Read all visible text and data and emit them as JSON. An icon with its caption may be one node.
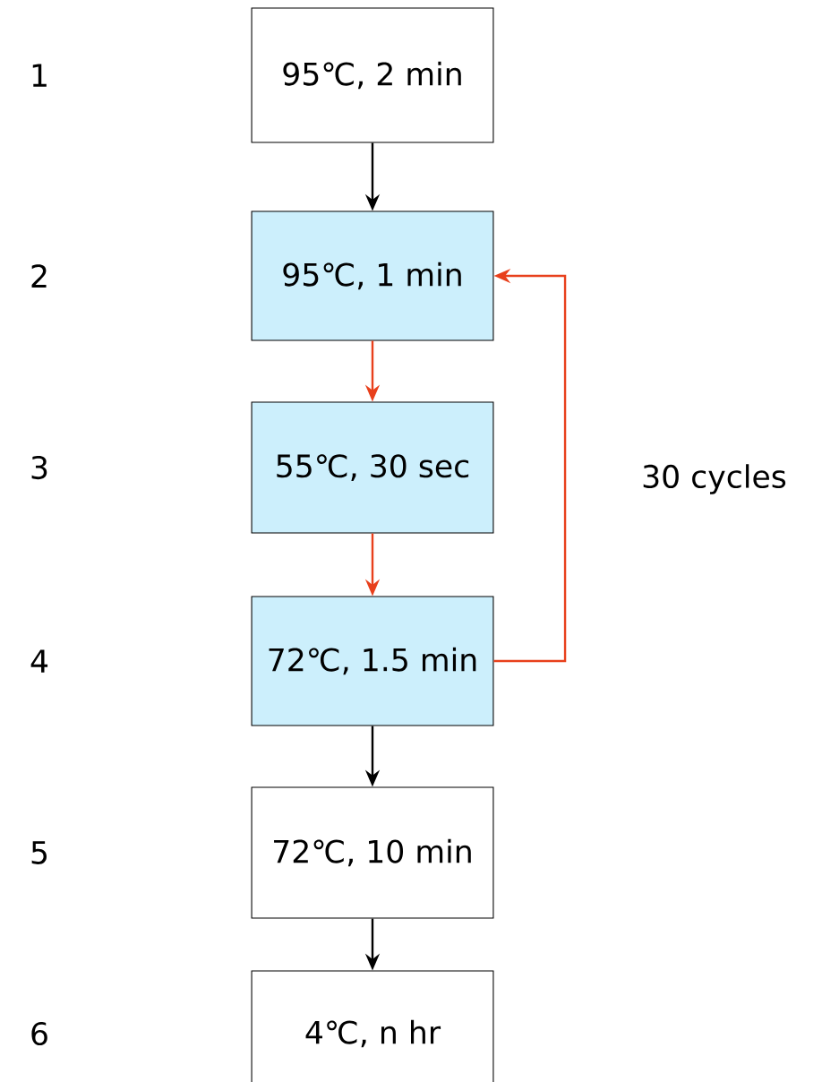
{
  "diagram": {
    "nodes": [
      {
        "text": [
          "95℃, 2 min"
        ]
      },
      {
        "text": [
          "95℃, 1 min"
        ]
      },
      {
        "text": [
          "55℃, 30 sec"
        ]
      },
      {
        "text": [
          "72℃, 1.5 min"
        ]
      },
      {
        "text": [
          "72℃, 10 min"
        ]
      },
      {
        "text": [
          "4℃, n hr"
        ]
      }
    ],
    "labels": [
      "1",
      "2",
      "3",
      "4",
      "5",
      "6"
    ],
    "edges": [
      {
        "from": 0,
        "to": 1,
        "arrow": "to"
      },
      {
        "from": 1,
        "to": 2,
        "arrow": "to",
        "color": "#e8401c"
      },
      {
        "from": 2,
        "to": 3,
        "arrow": "to",
        "color": "#e8401c"
      },
      {
        "from": 3,
        "to": 1,
        "arrow": "to",
        "color": "#e8401c",
        "label": "30 cycles"
      },
      {
        "from": 3,
        "to": 4,
        "arrow": "to"
      },
      {
        "from": 4,
        "to": 5,
        "arrow": "to"
      }
    ]
  }
}
